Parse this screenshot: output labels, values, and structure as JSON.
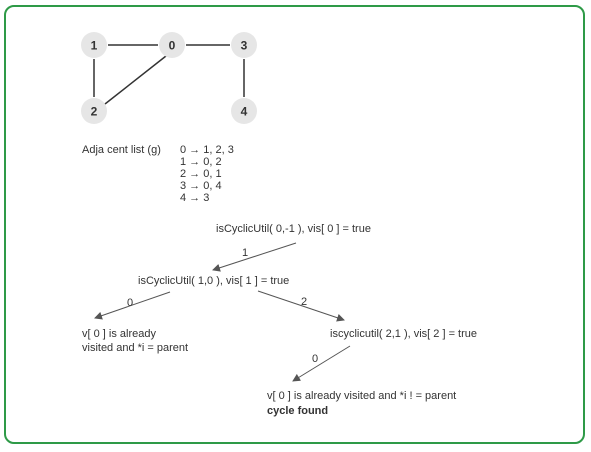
{
  "graph": {
    "nodes": [
      {
        "id": "n1",
        "label": "1"
      },
      {
        "id": "n0",
        "label": "0"
      },
      {
        "id": "n3",
        "label": "3"
      },
      {
        "id": "n2",
        "label": "2"
      },
      {
        "id": "n4",
        "label": "4"
      }
    ],
    "edges": [
      [
        "n1",
        "n0"
      ],
      [
        "n0",
        "n3"
      ],
      [
        "n1",
        "n2"
      ],
      [
        "n0",
        "n2"
      ],
      [
        "n3",
        "n4"
      ]
    ],
    "colors": {
      "node_fill": "#e6e6e6",
      "edge": "#333333",
      "border": "#2e9a47",
      "arrow": "#555555"
    }
  },
  "adjacency": {
    "title": "Adja cent list  (g)",
    "lines": [
      "0 → 1, 2, 3",
      "1 → 0, 2",
      "2 → 0, 1",
      "3 → 0, 4",
      "4 → 3"
    ]
  },
  "tree": {
    "root": "isCyclicUtil( 0,-1 ), vis[ 0 ] = true",
    "edge1_label": "1",
    "child1": "isCyclicUtil( 1,0 ), vis[ 1 ] = true",
    "edge0_label": "0",
    "leaf_left_line1": "v[ 0 ] is already",
    "leaf_left_line2": "visited and *i = parent",
    "edge2_label": "2",
    "child2": "iscyclicutil( 2,1 ), vis[ 2 ] = true",
    "edge0b_label": "0",
    "leaf_bottom_line1": "v[ 0 ] is already visited and *i ! = parent",
    "leaf_bottom_line2": "cycle found"
  }
}
